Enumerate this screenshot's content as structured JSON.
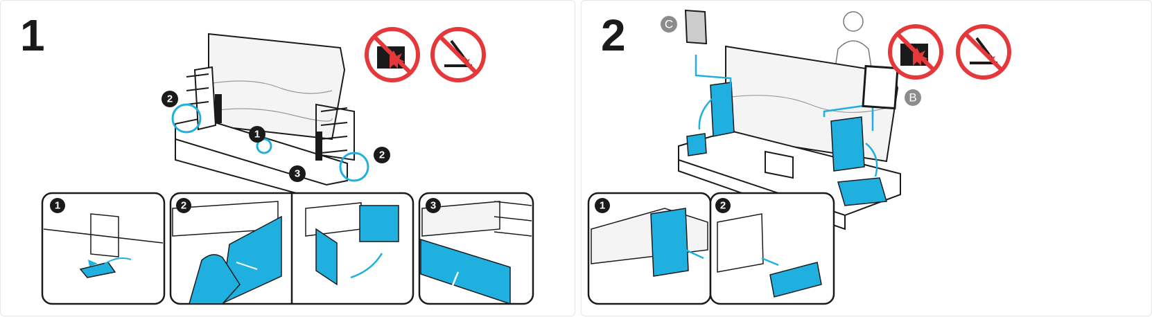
{
  "steps": [
    {
      "number": "1",
      "callouts": {
        "c1": "1",
        "c2a": "2",
        "c2b": "2",
        "c3": "3"
      },
      "insets": [
        {
          "number": "1"
        },
        {
          "number": "2"
        },
        {
          "number": "3"
        }
      ]
    },
    {
      "number": "2",
      "labels": {
        "c": "C",
        "b": "B"
      },
      "insets": [
        {
          "number": "1"
        },
        {
          "number": "2"
        }
      ]
    }
  ],
  "icons": [
    "no-pressing-screen-icon",
    "no-sharp-tools-icon"
  ],
  "colors": {
    "accent": "#1fb0e0",
    "warning": "#e5383b",
    "ink": "#1a1a1a",
    "gray": "#8c8c8c"
  }
}
